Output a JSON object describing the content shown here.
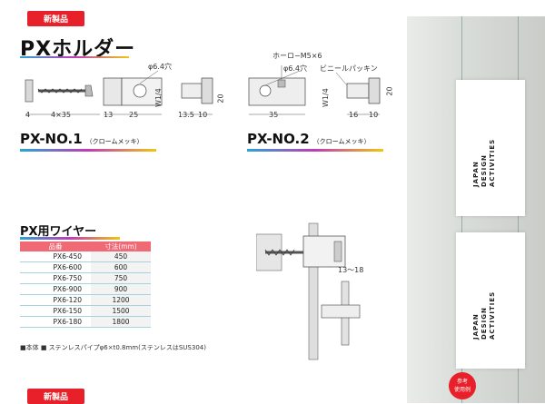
{
  "top_tab": "新製品",
  "bottom_tab": "新製品",
  "title": "PXホルダー",
  "products": [
    {
      "name": "PX-NO.1",
      "note": "（クロームメッキ）"
    },
    {
      "name": "PX-NO.2",
      "note": "（クロームメッキ）"
    }
  ],
  "diagram1": {
    "hole": "φ6.4穴",
    "w": "W1/4",
    "dims": [
      "4",
      "4×35",
      "13",
      "25",
      "13.5",
      "10",
      "20"
    ]
  },
  "diagram2": {
    "screw": "ホーロ−M5×6",
    "hole": "φ6.4穴",
    "packing": "ビニールパッキン",
    "w": "W1/4",
    "dims": [
      "35",
      "16",
      "10",
      "20"
    ]
  },
  "assembly_dim": "13〜18",
  "wire": {
    "title": "PX用ワイヤー",
    "headers": [
      "品番",
      "寸法(mm)"
    ],
    "rows": [
      {
        "code": "PX6-450",
        "size": "450"
      },
      {
        "code": "PX6-600",
        "size": "600"
      },
      {
        "code": "PX6-750",
        "size": "750"
      },
      {
        "code": "PX6-900",
        "size": "900"
      },
      {
        "code": "PX6-120",
        "size": "1200"
      },
      {
        "code": "PX6-150",
        "size": "1500"
      },
      {
        "code": "PX6-180",
        "size": "1800"
      }
    ],
    "note": "■本体 ■ ステンレスパイプφ6×t0.8mm(ステンレスはSUS304)"
  },
  "photo": {
    "panel_text": "JAPAN\nDESIGN\nACTIVITIES",
    "badge": "参考\n使用例"
  },
  "colors": {
    "accent": "#e8202a",
    "table_header": "#f06a75"
  }
}
